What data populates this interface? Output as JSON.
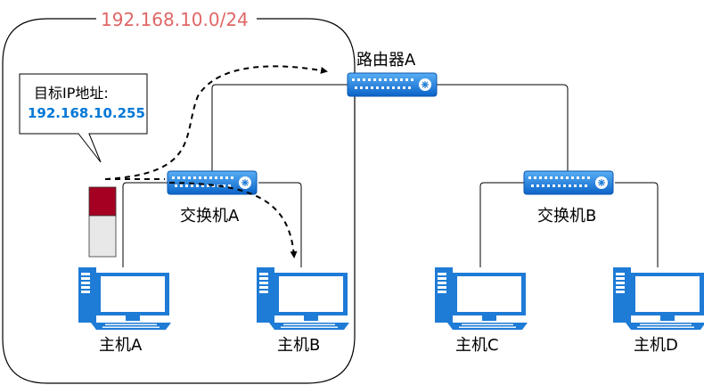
{
  "subnet": {
    "label": "192.168.10.0/24",
    "color": "#e06666"
  },
  "router": {
    "label": "路由器A"
  },
  "switches": {
    "a": {
      "label": "交换机A"
    },
    "b": {
      "label": "交换机B"
    }
  },
  "hosts": {
    "a": {
      "label": "主机A"
    },
    "b": {
      "label": "主机B"
    },
    "c": {
      "label": "主机C"
    },
    "d": {
      "label": "主机D"
    }
  },
  "callout": {
    "title": "目标IP地址:",
    "ip": "192.168.10.255",
    "ip_color": "#0078d7"
  },
  "colors": {
    "device_blue": "#1e7bd6",
    "packet_red": "#a50021",
    "packet_gray": "#e8e8e8"
  }
}
